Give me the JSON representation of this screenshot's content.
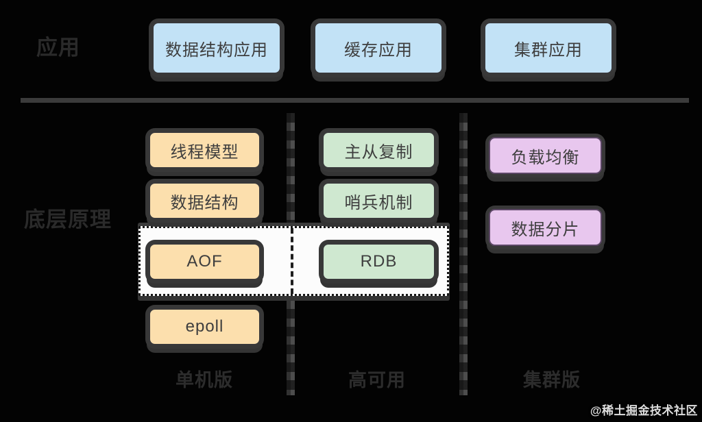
{
  "watermark": "@稀土掘金技术社区",
  "colors": {
    "background": "#030303",
    "app_box_fill": "#c2e2f6",
    "single_node_fill": "#fcdfad",
    "replication_fill": "#cfe8d0",
    "cluster_fill": "#e8c7ee",
    "persist_container_fill": "#fcfcfc",
    "divider": "#3b3b3b",
    "box_text": "#3e3e3e",
    "dim_label_text": "#2a2a2a"
  },
  "application_layer": {
    "label": "应用",
    "boxes": [
      {
        "label": "数据结构应用"
      },
      {
        "label": "缓存应用"
      },
      {
        "label": "集群应用"
      }
    ]
  },
  "principle_layer": {
    "label": "底层原理",
    "columns": [
      {
        "footer": "单机版",
        "boxes": [
          {
            "label": "线程模型"
          },
          {
            "label": "数据结构"
          },
          {
            "label": "AOF"
          },
          {
            "label": "epoll"
          }
        ]
      },
      {
        "footer": "高可用",
        "boxes": [
          {
            "label": "主从复制"
          },
          {
            "label": "哨兵机制"
          },
          {
            "label": "RDB"
          }
        ]
      },
      {
        "footer": "集群版",
        "boxes": [
          {
            "label": "负载均衡"
          },
          {
            "label": "数据分片"
          }
        ]
      }
    ]
  }
}
